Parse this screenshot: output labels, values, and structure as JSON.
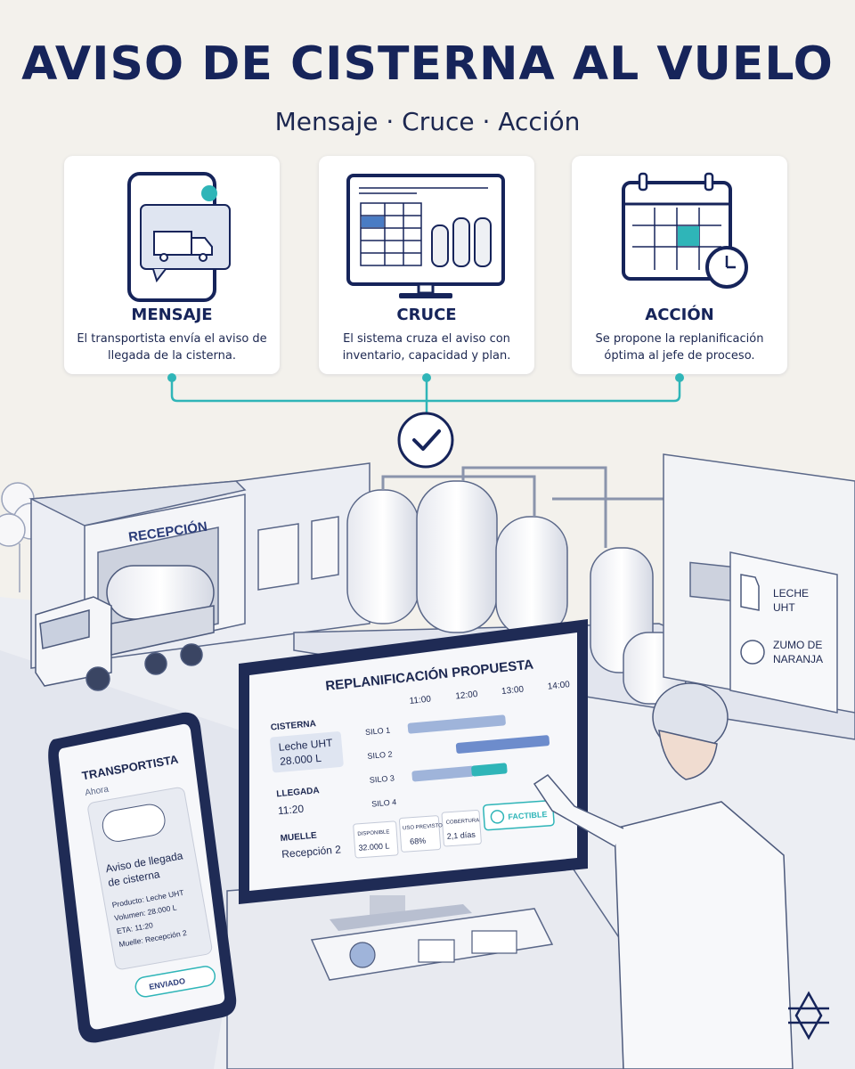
{
  "header": {
    "title": "AVISO DE CISTERNA AL VUELO",
    "subtitle": "Mensaje · Cruce · Acción"
  },
  "steps": [
    {
      "title": "MENSAJE",
      "description": "El transportista envía el aviso de llegada de la cisterna.",
      "icon": "phone-message-truck-icon"
    },
    {
      "title": "CRUCE",
      "description": "El sistema cruza el aviso con inventario, capacidad y plan.",
      "icon": "monitor-table-silos-icon"
    },
    {
      "title": "ACCIÓN",
      "description": "Se propone la replanificación óptima al jefe de proceso.",
      "icon": "calendar-clock-icon"
    }
  ],
  "scene": {
    "building_sign": "RECEPCIÓN",
    "products_sign": {
      "item1": "LECHE UHT",
      "item1_line1": "LECHE",
      "item1_line2": "UHT",
      "item2_line1": "ZUMO DE",
      "item2_line2": "NARANJA"
    },
    "monitor": {
      "title": "REPLANIFICACIÓN PROPUESTA",
      "times": [
        "11:00",
        "12:00",
        "13:00",
        "14:00"
      ],
      "left_panel": {
        "cisterna_label": "CISTERNA",
        "cisterna_value_line1": "Leche UHT",
        "cisterna_value_line2": "28.000 L",
        "llegada_label": "LLEGADA",
        "llegada_value": "11:20",
        "muelle_label": "MUELLE",
        "muelle_value": "Recepción 2"
      },
      "silos": [
        "SILO 1",
        "SILO 2",
        "SILO 3",
        "SILO 4"
      ],
      "stats": [
        {
          "label": "DISPONIBLE",
          "value": "32.000 L"
        },
        {
          "label": "USO PREVISTO",
          "value": "68%"
        },
        {
          "label": "COBERTURA",
          "value": "2,1 días"
        }
      ],
      "status": "FACTIBLE"
    },
    "phone": {
      "header": "TRANSPORTISTA",
      "time": "Ahora",
      "message_title_line1": "Aviso de llegada",
      "message_title_line2": "de cisterna",
      "details": [
        "Producto: Leche UHT",
        "Volumen: 28.000 L",
        "ETA: 11:20",
        "Muelle: Recepción 2"
      ],
      "status_button": "ENVIADO"
    }
  },
  "colors": {
    "navy": "#16245a",
    "accent": "#2fb5b8",
    "bar": "#9fb4da",
    "bar_dark": "#6d8ccc",
    "background": "#f3f1ec"
  }
}
